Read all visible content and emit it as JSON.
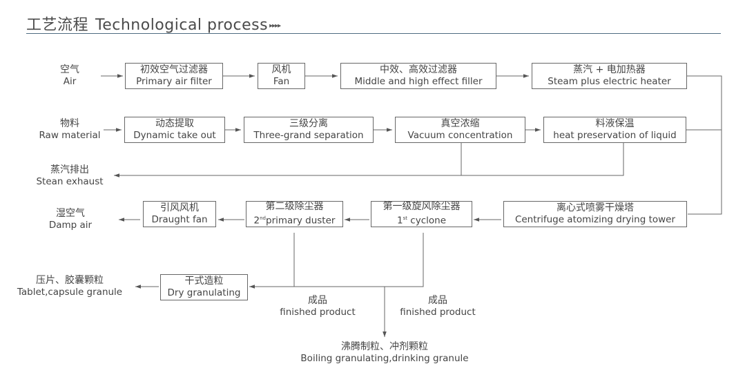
{
  "header": {
    "title_cn": "工艺流程",
    "title_en": "Technological process",
    "title_arrows": "▸▸▸▸"
  },
  "inputs": {
    "air": {
      "cn": "空气",
      "en": "Air"
    },
    "raw_material": {
      "cn": "物料",
      "en": "Raw material"
    }
  },
  "row1": {
    "primary_filter": {
      "cn": "初效空气过滤器",
      "en": "Primary air filter"
    },
    "fan": {
      "cn": "风机",
      "en": "Fan"
    },
    "middle_high_filter": {
      "cn": "中效、高效过滤器",
      "en": "Middle and high effect filler"
    },
    "heater": {
      "cn": "蒸汽 + 电加热器",
      "en": "Steam plus electric heater"
    }
  },
  "row2": {
    "dynamic": {
      "cn": "动态提取",
      "en": "Dynamic take out"
    },
    "three_grand": {
      "cn": "三级分离",
      "en": "Three-grand separation"
    },
    "vacuum": {
      "cn": "真空浓缩",
      "en": "Vacuum concentration"
    },
    "heat_preserve": {
      "cn": "料液保温",
      "en": "heat preservation of liquid"
    }
  },
  "steam_exhaust": {
    "cn": "蒸汽排出",
    "en": "Stean exhaust"
  },
  "row3": {
    "damp_air": {
      "cn": "湿空气",
      "en": "Damp air"
    },
    "draught_fan": {
      "cn": "引风风机",
      "en": "Draught fan"
    },
    "second_duster": {
      "cn": "第二级除尘器",
      "en_num": "2",
      "en_sup": "nd",
      "en_text": "primary duster"
    },
    "first_cyclone": {
      "cn": "第一级旋风除尘器",
      "en_num": "1",
      "en_sup": "st",
      "en_text": " cyclone"
    },
    "drying_tower": {
      "cn": "离心式喷雾干燥塔",
      "en": "Centrifuge atomizing drying tower"
    }
  },
  "row4": {
    "tablet": {
      "cn": "压片、胶囊颗粒",
      "en": "Tablet,capsule granule"
    },
    "dry_granulating": {
      "cn": "干式造粒",
      "en": "Dry granulating"
    },
    "finished_left": {
      "cn": "成品",
      "en": "finished product"
    },
    "finished_right": {
      "cn": "成品",
      "en": "finished product"
    },
    "boiling": {
      "cn": "沸腾制粒、冲剂颗粒",
      "en": "Boiling granulating,drinking granule"
    }
  }
}
